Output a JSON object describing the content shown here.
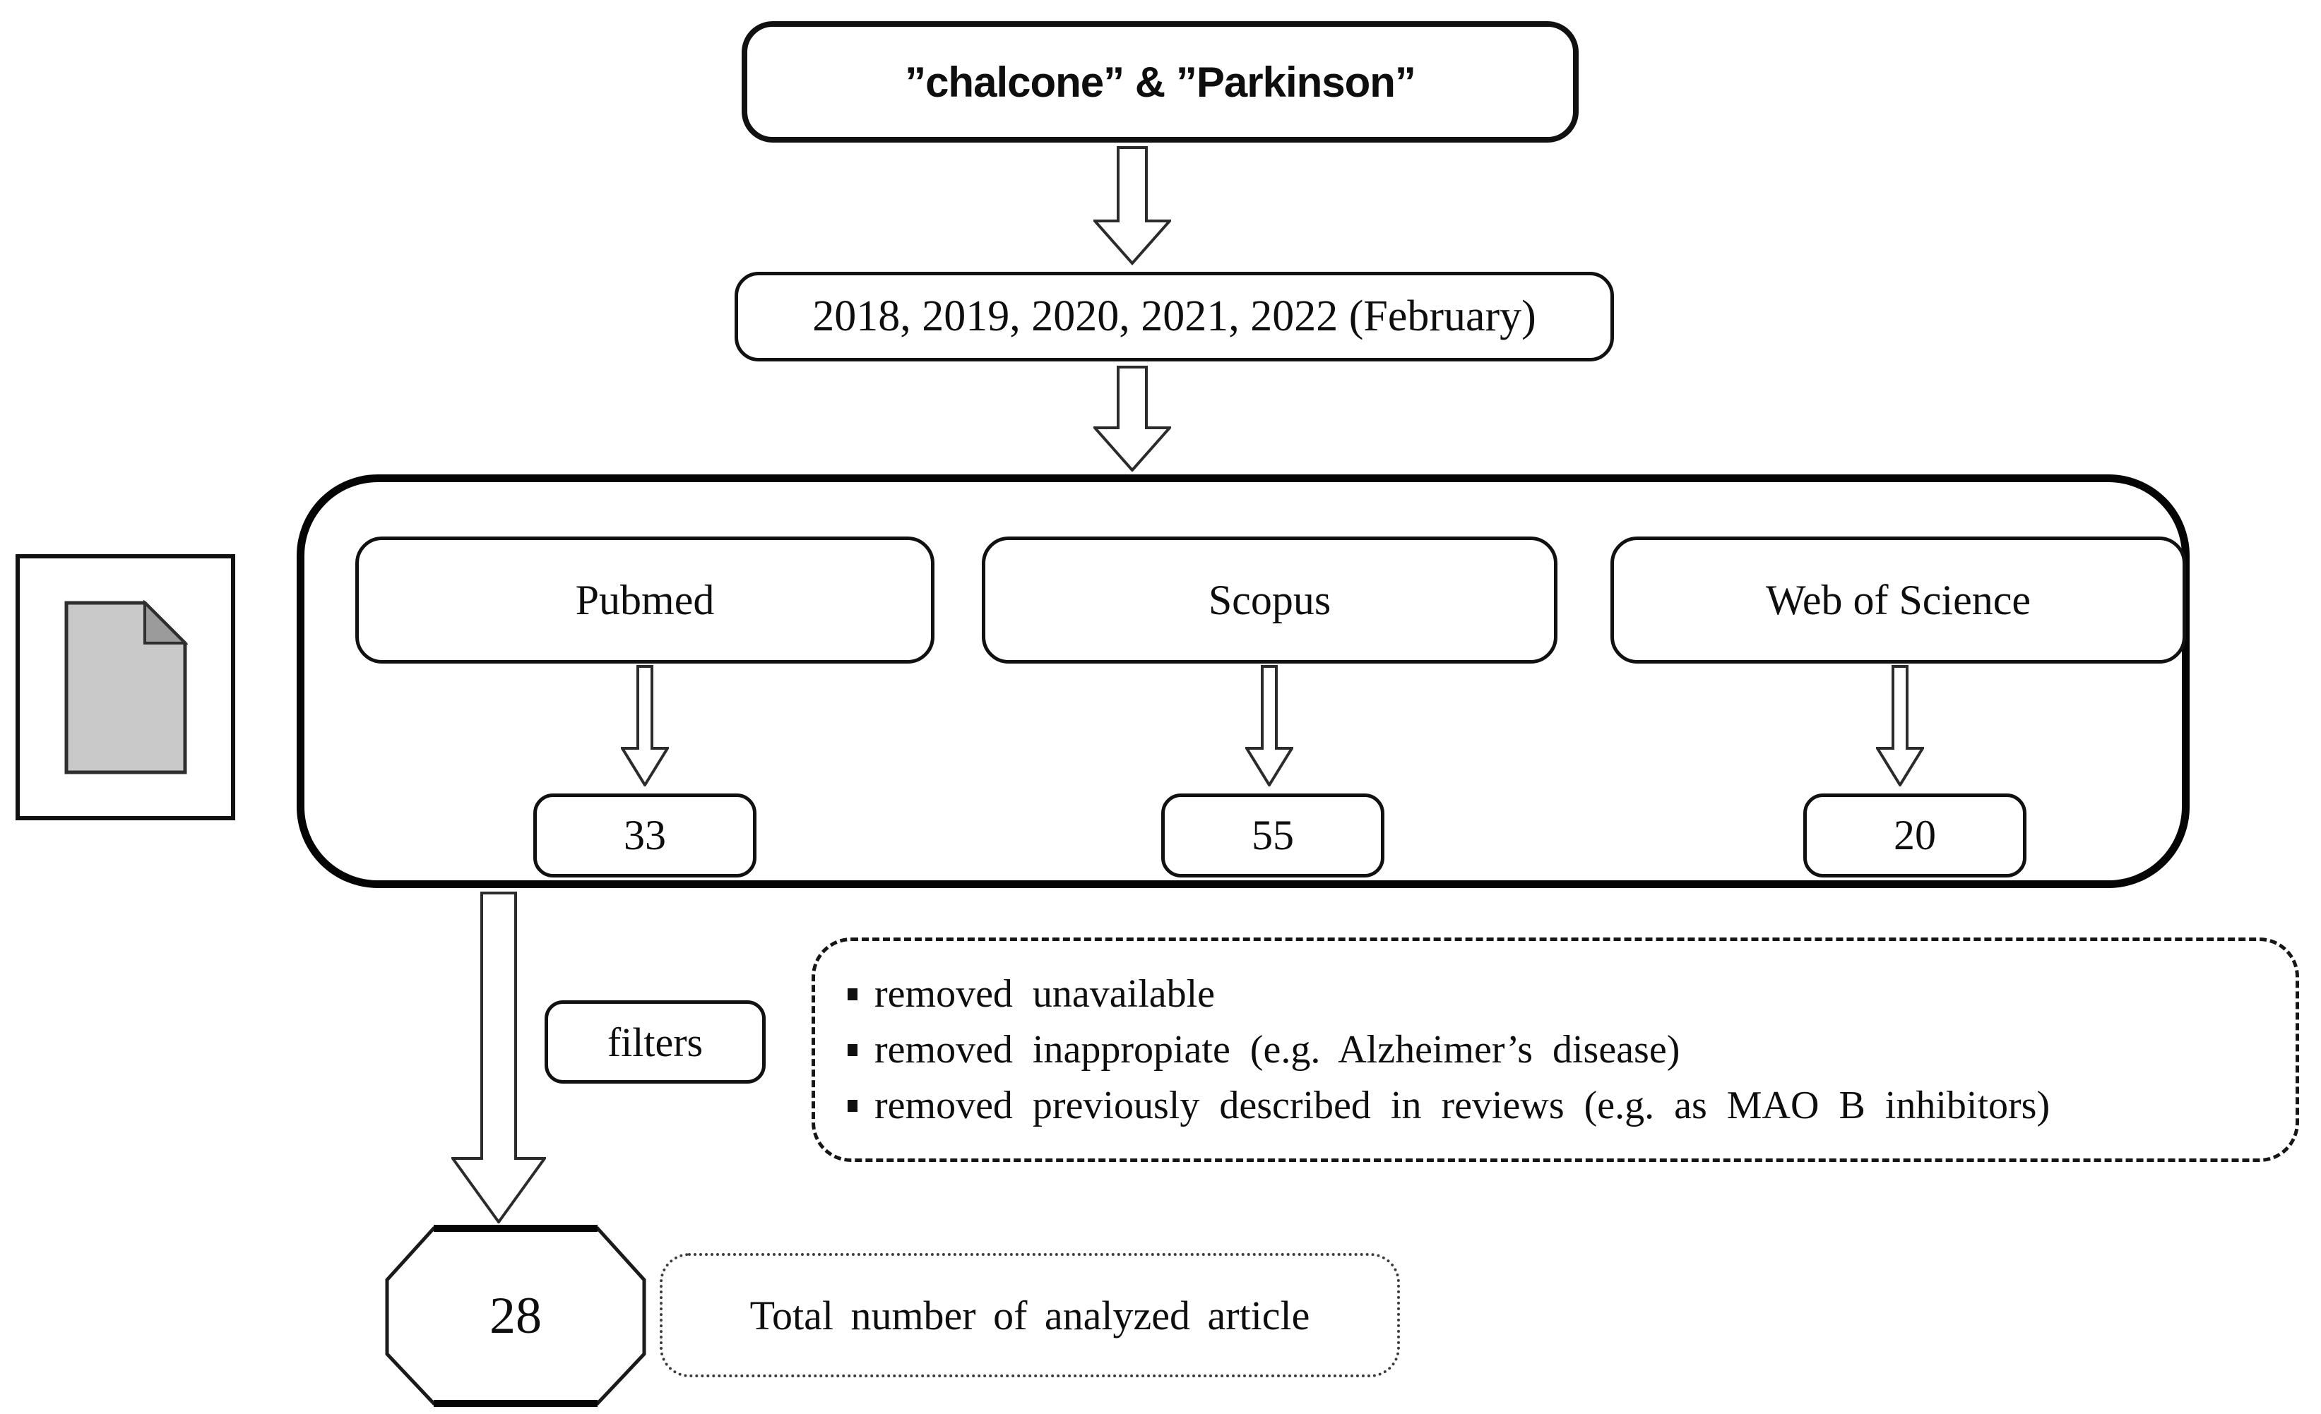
{
  "diagram": {
    "search_query": "”chalcone” & ”Parkinson”",
    "years": "2018, 2019, 2020, 2021, 2022 (February)",
    "databases": [
      {
        "name": "Pubmed",
        "result_count": "33"
      },
      {
        "name": "Scopus",
        "result_count": "55"
      },
      {
        "name": "Web of Science",
        "result_count": "20"
      }
    ],
    "filters_label": "filters",
    "filter_criteria": [
      "removed unavailable",
      "removed inappropiate (e.g. Alzheimer’s disease)",
      "removed previously described in reviews (e.g. as MAO B inhibitors)"
    ],
    "final_count": "28",
    "final_label": "Total number of analyzed article"
  },
  "icons": {
    "document": "document-icon",
    "arrows": "hollow-down-arrow"
  },
  "colors": {
    "background": "#ffffff",
    "line": "#111111",
    "document_fill": "#c9c9c9",
    "document_fold": "#9b9b9b"
  }
}
